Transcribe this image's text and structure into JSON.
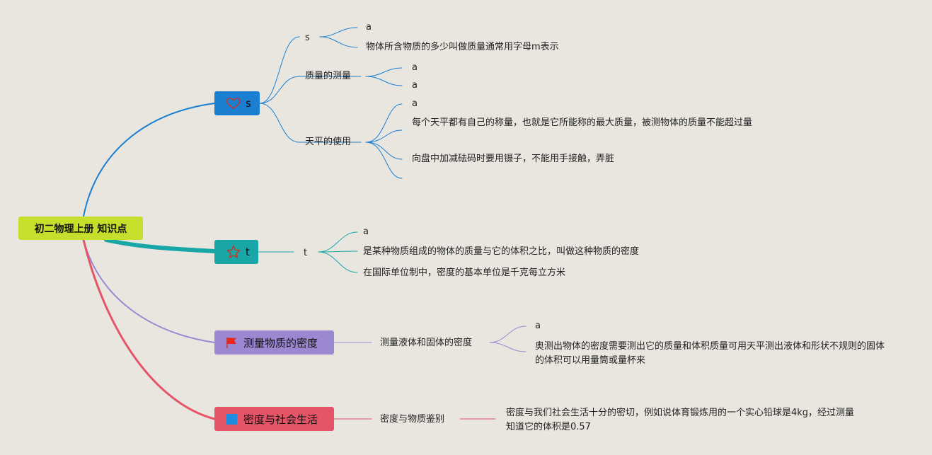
{
  "root": "初二物理上册 知识点",
  "branches": [
    {
      "label": "s",
      "icon": "heart-icon",
      "color": "#1b7fd1",
      "children": [
        {
          "label": "s",
          "items": [
            "a",
            "物体所含物质的多少叫做质量通常用字母m表示"
          ]
        },
        {
          "label": "质量的测量",
          "items": [
            "a",
            "a"
          ]
        },
        {
          "label": "天平的使用",
          "items": [
            "a",
            "每个天平都有自己的称量，也就是它所能称的最大质量，被测物体的质量不能超过量",
            "向盘中加减砝码时要用镊子，不能用手接触，弄脏"
          ]
        }
      ]
    },
    {
      "label": "t",
      "icon": "star-icon",
      "color": "#18a6a6",
      "children": [
        {
          "label": "t",
          "items": [
            "a",
            "是某种物质组成的物体的质量与它的体积之比，叫做这种物质的密度",
            "在国际单位制中，密度的基本单位是千克每立方米"
          ]
        }
      ]
    },
    {
      "label": "测量物质的密度",
      "icon": "red-flag-icon",
      "color": "#9b88d1",
      "children": [
        {
          "label": "测量液体和固体的密度",
          "items": [
            "a",
            "奥测出物体的密度需要测出它的质量和体积质量可用天平测出液体和形状不规则的固体的体积可以用量筒或量杯来"
          ]
        }
      ]
    },
    {
      "label": "密度与社会生活",
      "icon": "blue-square-icon",
      "color": "#e55467",
      "children": [
        {
          "label": "密度与物质鉴别",
          "items": [
            "密度与我们社会生活十分的密切，例如说体育锻炼用的一个实心铅球是4kg，经过测量知道它的体积是0.57"
          ]
        }
      ]
    }
  ]
}
